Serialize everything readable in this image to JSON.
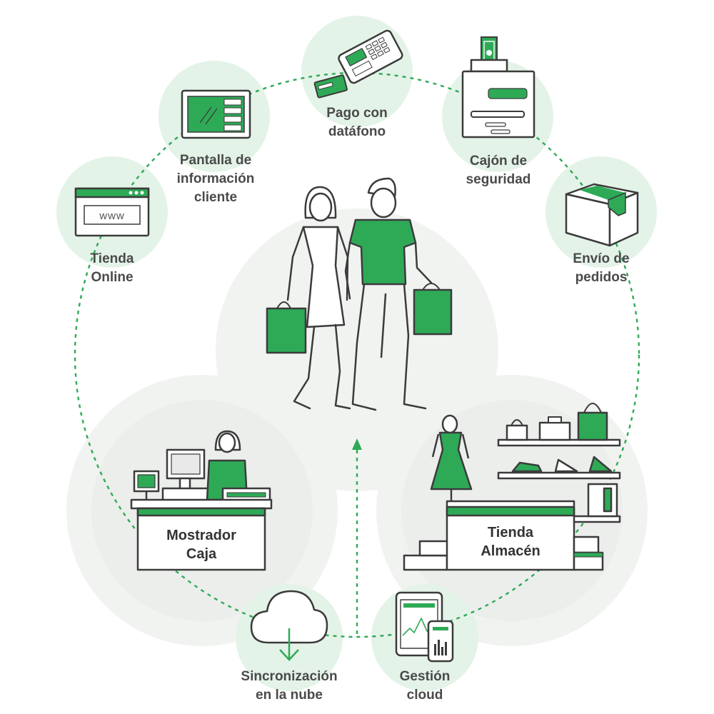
{
  "nodes": {
    "tienda_online": {
      "line1": "Tienda",
      "line2": "Online",
      "url_text": "www"
    },
    "pantalla": {
      "line1": "Pantalla de",
      "line2": "información",
      "line3": "cliente"
    },
    "pago": {
      "line1": "Pago con",
      "line2": "datáfono"
    },
    "cajon": {
      "line1": "Cajón de",
      "line2": "seguridad"
    },
    "envio": {
      "line1": "Envío de",
      "line2": "pedidos"
    },
    "mostrador": {
      "line1": "Mostrador",
      "line2": "Caja"
    },
    "almacen": {
      "line1": "Tienda",
      "line2": "Almacén"
    },
    "sincronizacion": {
      "line1": "Sincronización",
      "line2": "en la nube"
    },
    "gestion": {
      "line1": "Gestión",
      "line2": "cloud"
    }
  },
  "colors": {
    "accent": "#2eaa57",
    "accent_dark": "#22884a",
    "line": "#3b3b3b",
    "halo": "#e6f4ea",
    "bg_circle": "#f3f4f3"
  }
}
